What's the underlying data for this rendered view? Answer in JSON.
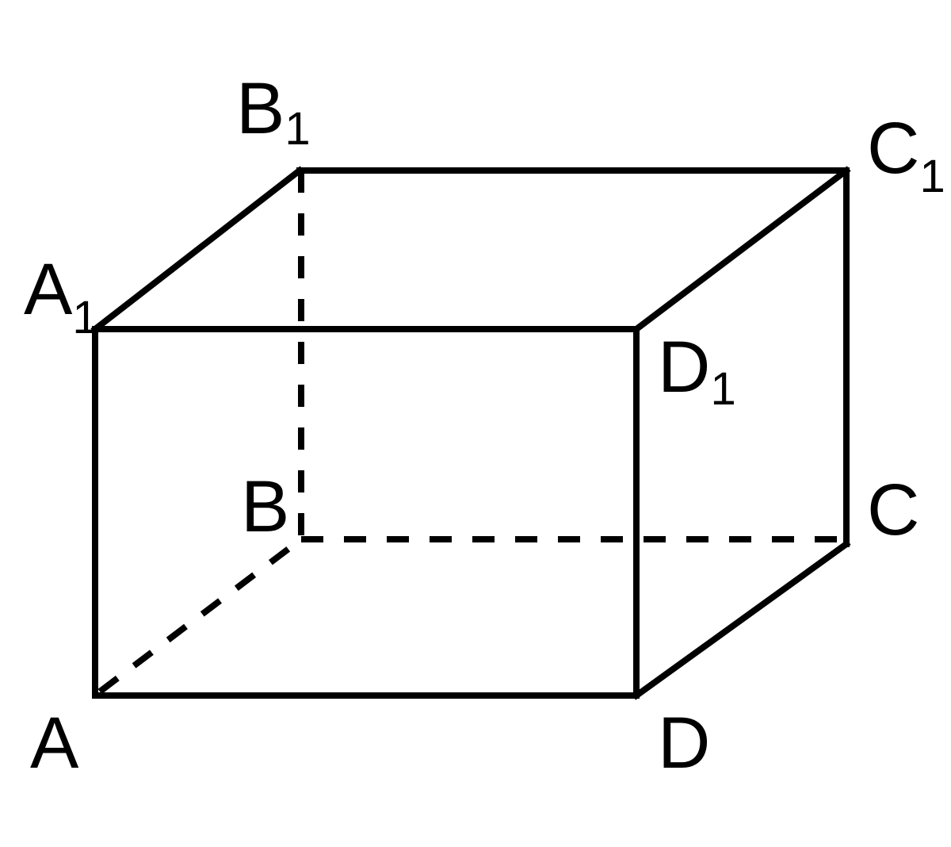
{
  "figure": {
    "type": "rectangular-prism",
    "stroke_color": "#000000",
    "background_color": "#ffffff",
    "vertices": {
      "A": {
        "letter": "A",
        "subscript": ""
      },
      "B": {
        "letter": "B",
        "subscript": ""
      },
      "C": {
        "letter": "C",
        "subscript": ""
      },
      "D": {
        "letter": "D",
        "subscript": ""
      },
      "A1": {
        "letter": "A",
        "subscript": "1"
      },
      "B1": {
        "letter": "B",
        "subscript": "1"
      },
      "C1": {
        "letter": "C",
        "subscript": "1"
      },
      "D1": {
        "letter": "D",
        "subscript": "1"
      }
    },
    "visible_edges": [
      [
        "A",
        "D"
      ],
      [
        "D",
        "D1"
      ],
      [
        "D1",
        "A1"
      ],
      [
        "A1",
        "A"
      ],
      [
        "A1",
        "B1"
      ],
      [
        "B1",
        "C1"
      ],
      [
        "C1",
        "D1"
      ],
      [
        "C1",
        "C"
      ],
      [
        "C",
        "D"
      ]
    ],
    "hidden_edges": [
      [
        "A",
        "B"
      ],
      [
        "B",
        "C"
      ],
      [
        "B",
        "B1"
      ]
    ]
  }
}
